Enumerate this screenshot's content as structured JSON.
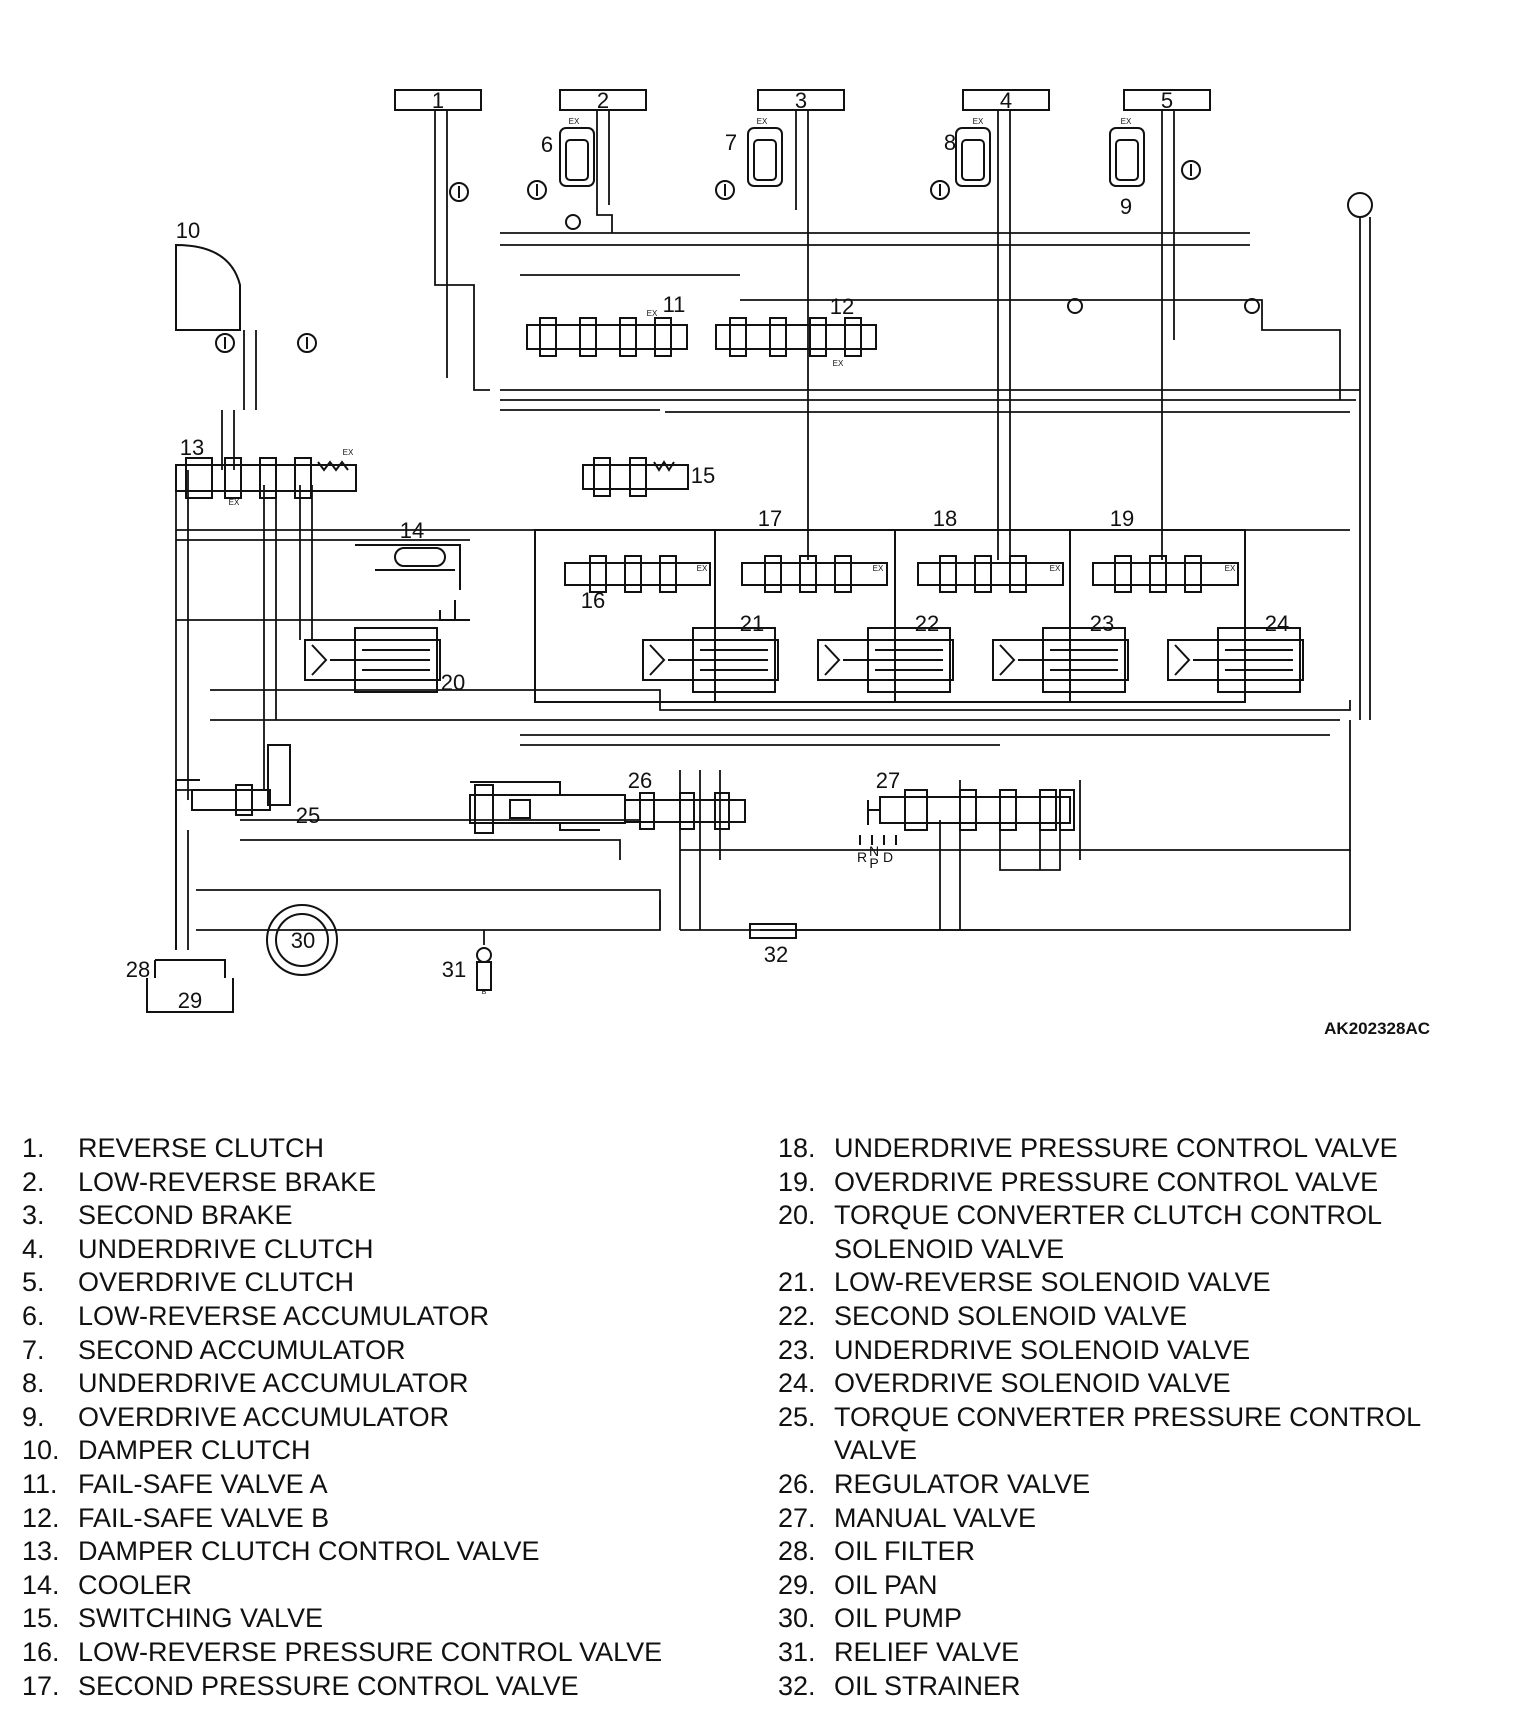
{
  "figure_code": "AK202328AC",
  "diagram": {
    "callouts": [
      "1",
      "2",
      "3",
      "4",
      "5",
      "6",
      "7",
      "8",
      "9",
      "10",
      "11",
      "12",
      "13",
      "14",
      "15",
      "16",
      "17",
      "18",
      "19",
      "20",
      "21",
      "22",
      "23",
      "24",
      "25",
      "26",
      "27",
      "28",
      "29",
      "30",
      "31",
      "32"
    ],
    "ex_label": "EX",
    "shift_positions": [
      "R",
      "N",
      "P",
      "D"
    ],
    "relief_mark": "B"
  },
  "legend": {
    "left": [
      {
        "num": "1.",
        "label": "REVERSE CLUTCH"
      },
      {
        "num": "2.",
        "label": "LOW-REVERSE BRAKE"
      },
      {
        "num": "3.",
        "label": "SECOND BRAKE"
      },
      {
        "num": "4.",
        "label": "UNDERDRIVE CLUTCH"
      },
      {
        "num": "5.",
        "label": "OVERDRIVE CLUTCH"
      },
      {
        "num": "6.",
        "label": "LOW-REVERSE ACCUMULATOR"
      },
      {
        "num": "7.",
        "label": "SECOND ACCUMULATOR"
      },
      {
        "num": "8.",
        "label": "UNDERDRIVE ACCUMULATOR"
      },
      {
        "num": "9.",
        "label": "OVERDRIVE ACCUMULATOR"
      },
      {
        "num": "10.",
        "label": "DAMPER CLUTCH"
      },
      {
        "num": "11.",
        "label": "FAIL-SAFE VALVE A"
      },
      {
        "num": "12.",
        "label": "FAIL-SAFE VALVE B"
      },
      {
        "num": "13.",
        "label": "DAMPER CLUTCH CONTROL VALVE"
      },
      {
        "num": "14.",
        "label": "COOLER"
      },
      {
        "num": "15.",
        "label": "SWITCHING VALVE"
      },
      {
        "num": "16.",
        "label": "LOW-REVERSE PRESSURE CONTROL VALVE"
      },
      {
        "num": "17.",
        "label": "SECOND PRESSURE CONTROL VALVE"
      }
    ],
    "right": [
      {
        "num": "18.",
        "label": "UNDERDRIVE PRESSURE CONTROL VALVE"
      },
      {
        "num": "19.",
        "label": "OVERDRIVE PRESSURE CONTROL VALVE"
      },
      {
        "num": "20.",
        "label": "TORQUE CONVERTER CLUTCH CONTROL SOLENOID VALVE"
      },
      {
        "num": "21.",
        "label": "LOW-REVERSE SOLENOID VALVE"
      },
      {
        "num": "22.",
        "label": "SECOND SOLENOID VALVE"
      },
      {
        "num": "23.",
        "label": "UNDERDRIVE SOLENOID VALVE"
      },
      {
        "num": "24.",
        "label": "OVERDRIVE SOLENOID VALVE"
      },
      {
        "num": "25.",
        "label": "TORQUE CONVERTER PRESSURE CONTROL VALVE"
      },
      {
        "num": "26.",
        "label": "REGULATOR VALVE"
      },
      {
        "num": "27.",
        "label": "MANUAL VALVE"
      },
      {
        "num": "28.",
        "label": "OIL FILTER"
      },
      {
        "num": "29.",
        "label": "OIL PAN"
      },
      {
        "num": "30.",
        "label": "OIL PUMP"
      },
      {
        "num": "31.",
        "label": "RELIEF VALVE"
      },
      {
        "num": "32.",
        "label": "OIL STRAINER"
      }
    ]
  }
}
